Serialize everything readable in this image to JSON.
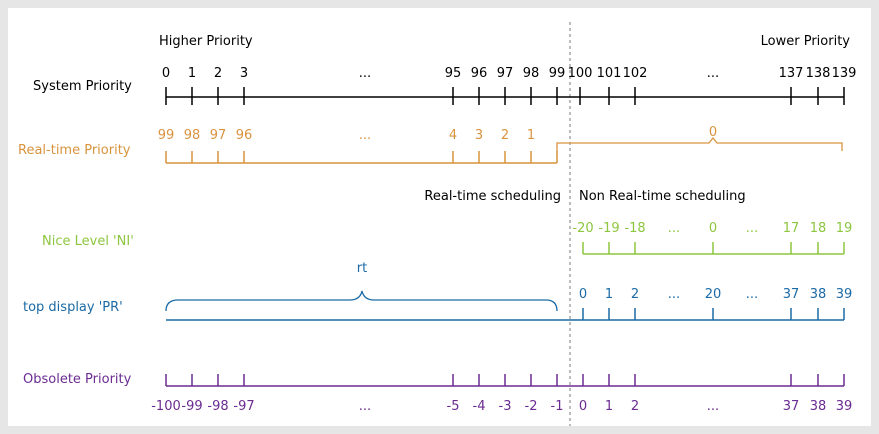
{
  "colors": {
    "system": "#000000",
    "realtime": "#d9933e",
    "nice": "#8dc63f",
    "top": "#1b6aa5",
    "obsolete": "#6b2c91",
    "divider": "#999999"
  },
  "header": {
    "higher": "Higher Priority",
    "lower": "Lower Priority"
  },
  "sections": {
    "rt_scheduling": "Real-time scheduling",
    "nonrt_scheduling": "Non Real-time scheduling"
  },
  "ellipsis": "...",
  "rows": {
    "system": {
      "label": "System Priority",
      "ticks": [
        "0",
        "1",
        "2",
        "3",
        "95",
        "96",
        "97",
        "98",
        "99",
        "100",
        "101",
        "102",
        "137",
        "138",
        "139"
      ]
    },
    "realtime": {
      "label": "Real-time Priority",
      "ticks": [
        "99",
        "98",
        "97",
        "96",
        "4",
        "3",
        "2",
        "1"
      ],
      "nonrt_value": "0"
    },
    "nice": {
      "label": "Nice Level 'NI'",
      "ticks": [
        "-20",
        "-19",
        "-18",
        "0",
        "17",
        "18",
        "19"
      ]
    },
    "top": {
      "label": "top display 'PR'",
      "rt_label": "rt",
      "ticks": [
        "0",
        "1",
        "2",
        "20",
        "37",
        "38",
        "39"
      ]
    },
    "obsolete": {
      "label": "Obsolete Priority",
      "ticks": [
        "-100",
        "-99",
        "-98",
        "-97",
        "-5",
        "-4",
        "-3",
        "-2",
        "-1",
        "0",
        "1",
        "2",
        "37",
        "38",
        "39"
      ]
    }
  }
}
